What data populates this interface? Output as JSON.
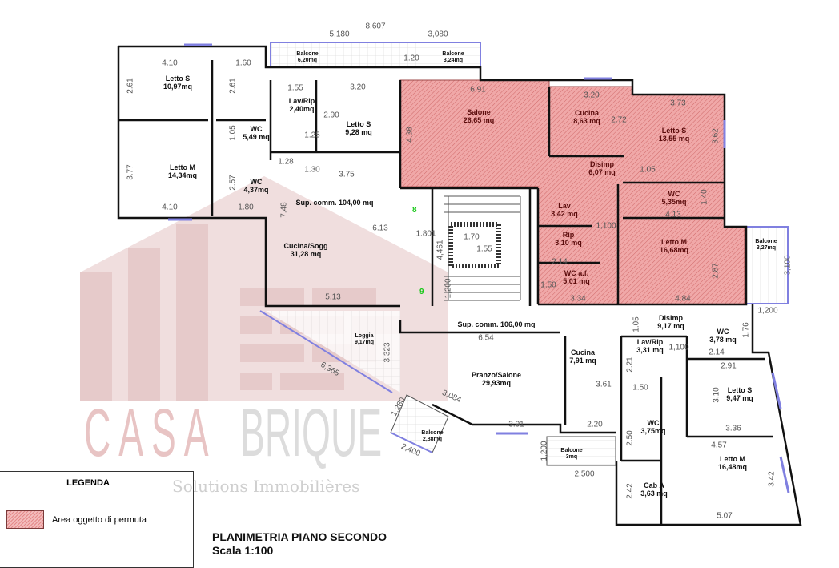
{
  "watermark": {
    "brand_a": "CASA",
    "brand_b": "BRIQUE",
    "tagline": "Solutions Immobilières"
  },
  "title": {
    "main": "PLANIMETRIA PIANO SECONDO",
    "scale": "Scala 1:100"
  },
  "legend": {
    "title": "LEGENDA",
    "items": [
      {
        "label": "Area oggetto di permuta",
        "color": "#e06666"
      }
    ]
  },
  "colors": {
    "exchange_area": "#e06666",
    "window": "#8080e0",
    "wall": "#111111"
  },
  "rooms": {
    "a1": [
      {
        "name": "Letto S",
        "area": "10,97mq"
      },
      {
        "name": "Letto M",
        "area": "14,34mq"
      },
      {
        "name": "WC",
        "area": "5,49 mq"
      },
      {
        "name": "WC",
        "area": "4,37mq"
      },
      {
        "name": "Lav/Rip",
        "area": "2,40mq"
      },
      {
        "name": "Letto S",
        "area": "9,28 mq"
      },
      {
        "name": "Cucina/Sogg",
        "area": "31,28 mq"
      },
      {
        "name": "Sup. comm. 104,00 mq",
        "area": ""
      },
      {
        "name": "Balcone",
        "area": "6,20mq"
      },
      {
        "name": "Balcone",
        "area": "3,24mq"
      },
      {
        "name": "Loggia",
        "area": "9,17mq"
      },
      {
        "name": "Balcone",
        "area": "2,88mq"
      }
    ],
    "a2": [
      {
        "name": "Salone",
        "area": "26,65 mq"
      },
      {
        "name": "Cucina",
        "area": "8,63 mq"
      },
      {
        "name": "Letto S",
        "area": "13,55 mq"
      },
      {
        "name": "Disimp",
        "area": "6,07 mq"
      },
      {
        "name": "WC",
        "area": "5,35mq"
      },
      {
        "name": "Lav",
        "area": "3,42 mq"
      },
      {
        "name": "Rip",
        "area": "3,10 mq"
      },
      {
        "name": "Letto M",
        "area": "16,68mq"
      },
      {
        "name": "WC a.f.",
        "area": "5,01 mq"
      },
      {
        "name": "Balcone",
        "area": "3,27mq"
      }
    ],
    "a3": [
      {
        "name": "Sup. comm. 106,00 mq",
        "area": ""
      },
      {
        "name": "Pranzo/Salone",
        "area": "29,93mq"
      },
      {
        "name": "Cucina",
        "area": "7,91 mq"
      },
      {
        "name": "Lav/Rip",
        "area": "3,31 mq"
      },
      {
        "name": "Disimp",
        "area": "9,17 mq"
      },
      {
        "name": "WC",
        "area": "3,78 mq"
      },
      {
        "name": "WC",
        "area": "3,75mq"
      },
      {
        "name": "Letto S",
        "area": "9,47 mq"
      },
      {
        "name": "Letto M",
        "area": "16,48mq"
      },
      {
        "name": "Cab A",
        "area": "3,63 mq"
      },
      {
        "name": "Balcone",
        "area": "3mq"
      }
    ]
  },
  "dims": [
    "8,607",
    "5,180",
    "3,080",
    "4.10",
    "1.60",
    "2.61",
    "2.61",
    "1.55",
    "3.20",
    "2.90",
    "1.25",
    "1.05",
    "3.77",
    "1.28",
    "1.30",
    "3.75",
    "2.57",
    "4.10",
    "1.80",
    "7.48",
    "6.13",
    "1.801",
    "4,461",
    "1.70",
    "1.55",
    "1,200",
    "5.13",
    "3,323",
    "6,365",
    "3,084",
    "1,280",
    "2,400",
    "6.91",
    "3.20",
    "2.72",
    "3.73",
    "3.62",
    "4.38",
    "1.05",
    "1.40",
    "4.13",
    "1,100",
    "2.14",
    "1.50",
    "3.34",
    "4.84",
    "2.87",
    "3,100",
    "1,200",
    "1.20",
    "6.54",
    "3.91",
    "3.61",
    "2.20",
    "2,500",
    "1,200",
    "2.21",
    "1.50",
    "1,100",
    "1.05",
    "1.76",
    "2.91",
    "3.10",
    "3.36",
    "4.57",
    "3.42",
    "5.07",
    "2.50",
    "2.42",
    "2.14"
  ],
  "markers": [
    "8",
    "9"
  ]
}
